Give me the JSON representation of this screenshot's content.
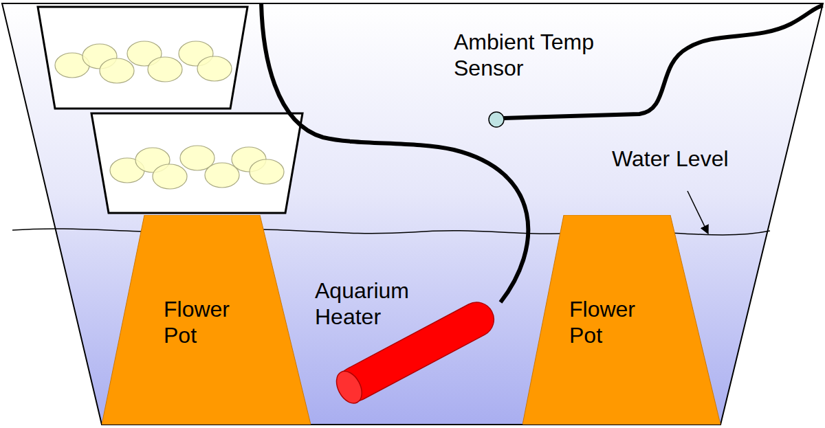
{
  "diagram": {
    "nodes": [
      {
        "text": [
          "Flower Pot"
        ]
      },
      {
        "text": [
          "Flower Pot"
        ]
      }
    ],
    "labels": [
      "Aquarium Heater",
      "Ambient Temp Sensor",
      "Water Level"
    ]
  }
}
